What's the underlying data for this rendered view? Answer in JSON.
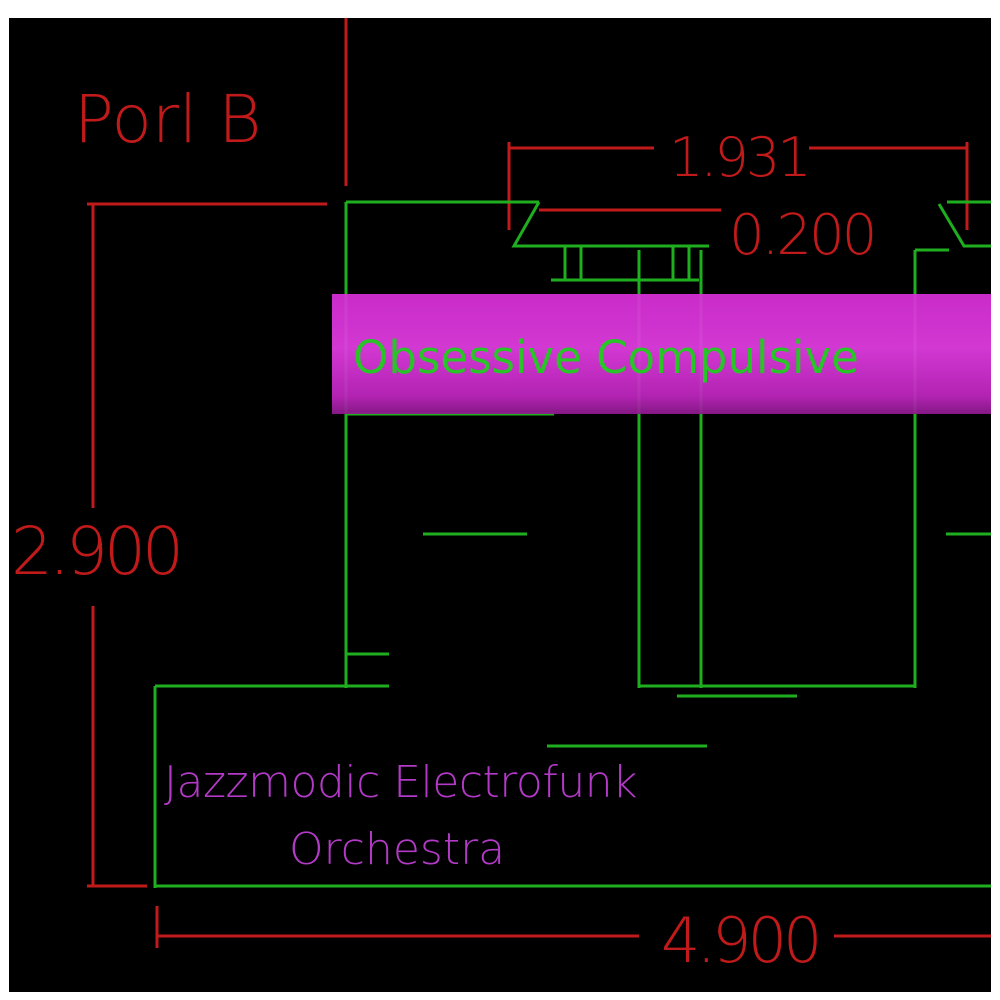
{
  "cover": {
    "title": "Obsessive Compulsive",
    "artist_line1": "Jazzmodic Electrofunk",
    "artist_line2": "Orchestra"
  },
  "drawing": {
    "label": "Porl B",
    "dim_top": "1.931",
    "dim_inner": "0.200",
    "dim_left": "2.900",
    "dim_bottom": "4.900"
  },
  "colors": {
    "background": "#000000",
    "dimension_red": "#c01a1a",
    "outline_green": "#1fae1f",
    "band_magenta": "#e23ce2",
    "title_green": "#28c428",
    "artist_purple": "#b23ac6"
  }
}
